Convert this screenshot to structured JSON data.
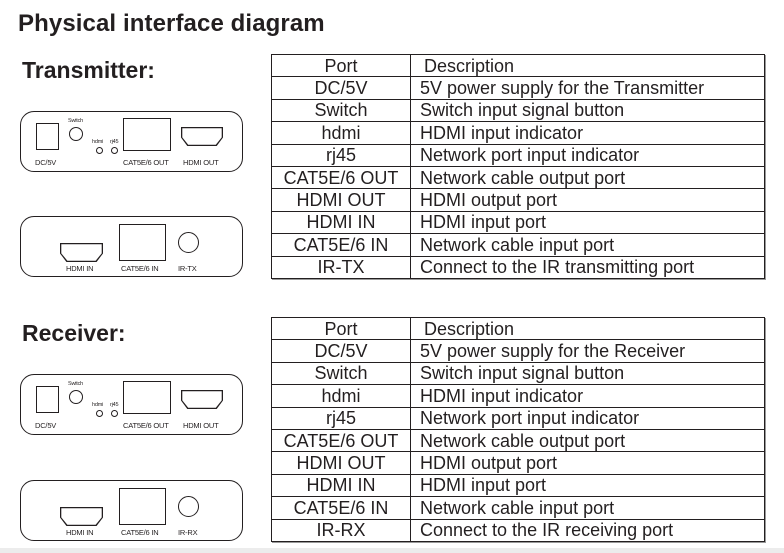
{
  "title": "Physical interface diagram",
  "transmitter": {
    "heading": "Transmitter:",
    "front_panel": {
      "dc_label": "DC/5V",
      "switch_label": "Switch",
      "led_hdmi_label": "hdmi",
      "led_rj45_label": "rj45",
      "cat_out_label": "CAT5E/6 OUT",
      "hdmi_out_label": "HDMI OUT"
    },
    "back_panel": {
      "hdmi_in_label": "HDMI IN",
      "cat_in_label": "CAT5E/6 IN",
      "ir_label": "IR-TX"
    },
    "table": {
      "headers": [
        "Port",
        "Description"
      ],
      "rows": [
        {
          "port": "DC/5V",
          "description": "5V power supply for the Transmitter"
        },
        {
          "port": "Switch",
          "description": "Switch input signal button"
        },
        {
          "port": "hdmi",
          "description": "HDMI input indicator"
        },
        {
          "port": "rj45",
          "description": "Network port input indicator"
        },
        {
          "port": "CAT5E/6 OUT",
          "description": "Network cable output port"
        },
        {
          "port": "HDMI OUT",
          "description": "HDMI output port"
        },
        {
          "port": "HDMI IN",
          "description": "HDMI input port"
        },
        {
          "port": "CAT5E/6 IN",
          "description": "Network cable input port"
        },
        {
          "port": "IR-TX",
          "description": "Connect to the IR transmitting port"
        }
      ]
    }
  },
  "receiver": {
    "heading": "Receiver:",
    "front_panel": {
      "dc_label": "DC/5V",
      "switch_label": "Switch",
      "led_hdmi_label": "hdmi",
      "led_rj45_label": "rj45",
      "cat_out_label": "CAT5E/6 OUT",
      "hdmi_out_label": "HDMI OUT"
    },
    "back_panel": {
      "hdmi_in_label": "HDMI IN",
      "cat_in_label": "CAT5E/6 IN",
      "ir_label": "IR-RX"
    },
    "table": {
      "headers": [
        "Port",
        "Description"
      ],
      "rows": [
        {
          "port": "DC/5V",
          "description": "5V power supply for the Receiver"
        },
        {
          "port": "Switch",
          "description": "Switch input signal button"
        },
        {
          "port": "hdmi",
          "description": "HDMI input indicator"
        },
        {
          "port": "rj45",
          "description": "Network port input indicator"
        },
        {
          "port": "CAT5E/6 OUT",
          "description": "Network cable output port"
        },
        {
          "port": "HDMI OUT",
          "description": "HDMI output port"
        },
        {
          "port": "HDMI IN",
          "description": "HDMI input port"
        },
        {
          "port": "CAT5E/6 IN",
          "description": "Network cable input port"
        },
        {
          "port": "IR-RX",
          "description": "Connect to the IR receiving port"
        }
      ]
    }
  }
}
